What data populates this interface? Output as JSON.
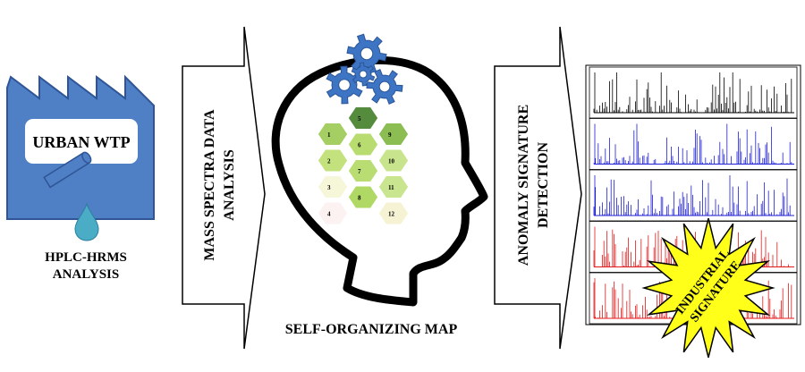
{
  "factory": {
    "label": "URBAN WTP",
    "fill_color": "#4f7fc4",
    "edge_color": "#2f5597"
  },
  "analysis_label": {
    "line1": "HPLC-HRMS",
    "line2": "ANALYSIS"
  },
  "arrow1": {
    "line1": "MASS SPECTRA DATA",
    "line2": "ANALYSIS"
  },
  "arrow2": {
    "line1": "ANOMALY SIGNATURE",
    "line2": "DETECTION"
  },
  "som": {
    "title": "SELF-ORGANIZING MAP",
    "gear_color": "#3d74c3",
    "cells": [
      {
        "id": "1",
        "color": "#a6cf63"
      },
      {
        "id": "2",
        "color": "#c3e27e"
      },
      {
        "id": "3",
        "color": "#f6f6d9"
      },
      {
        "id": "4",
        "color": "#fbf2f1"
      },
      {
        "id": "5",
        "color": "#548b3c"
      },
      {
        "id": "6",
        "color": "#b8dc70"
      },
      {
        "id": "7",
        "color": "#b9dd73"
      },
      {
        "id": "8",
        "color": "#b0d865"
      },
      {
        "id": "9",
        "color": "#8cbd52"
      },
      {
        "id": "10",
        "color": "#c8e48d"
      },
      {
        "id": "11",
        "color": "#c9e58f"
      },
      {
        "id": "12",
        "color": "#f5f3d3"
      }
    ]
  },
  "spectra": {
    "panel_colors": [
      "#000000",
      "#1f1fd6",
      "#1f1fd6",
      "#e31b1b",
      "#e31b1b"
    ],
    "burst_label_line1": "INDUSTRIAL",
    "burst_label_line2": "SIGNATURE",
    "burst_color": "#ffff1a"
  }
}
